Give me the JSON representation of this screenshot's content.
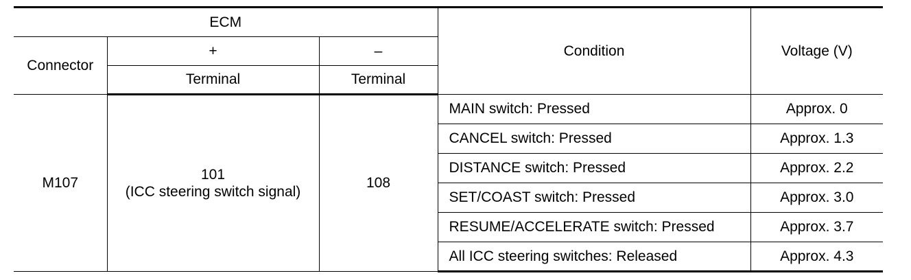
{
  "table": {
    "header": {
      "ecm": "ECM",
      "connector": "Connector",
      "plus": "+",
      "minus": "–",
      "terminal_plus": "Terminal",
      "terminal_minus": "Terminal",
      "condition": "Condition",
      "voltage": "Voltage (V)"
    },
    "body": {
      "connector": "M107",
      "terminal_plus_number": "101",
      "terminal_plus_signal": "(ICC steering switch signal)",
      "terminal_minus": "108",
      "rows": [
        {
          "condition": "MAIN switch: Pressed",
          "voltage": "Approx. 0"
        },
        {
          "condition": "CANCEL switch: Pressed",
          "voltage": "Approx. 1.3"
        },
        {
          "condition": "DISTANCE switch: Pressed",
          "voltage": "Approx. 2.2"
        },
        {
          "condition": "SET/COAST switch: Pressed",
          "voltage": "Approx. 3.0"
        },
        {
          "condition": "RESUME/ACCELERATE switch: Pressed",
          "voltage": "Approx. 3.7"
        },
        {
          "condition": "All ICC steering switches: Released",
          "voltage": "Approx. 4.3"
        }
      ]
    }
  }
}
